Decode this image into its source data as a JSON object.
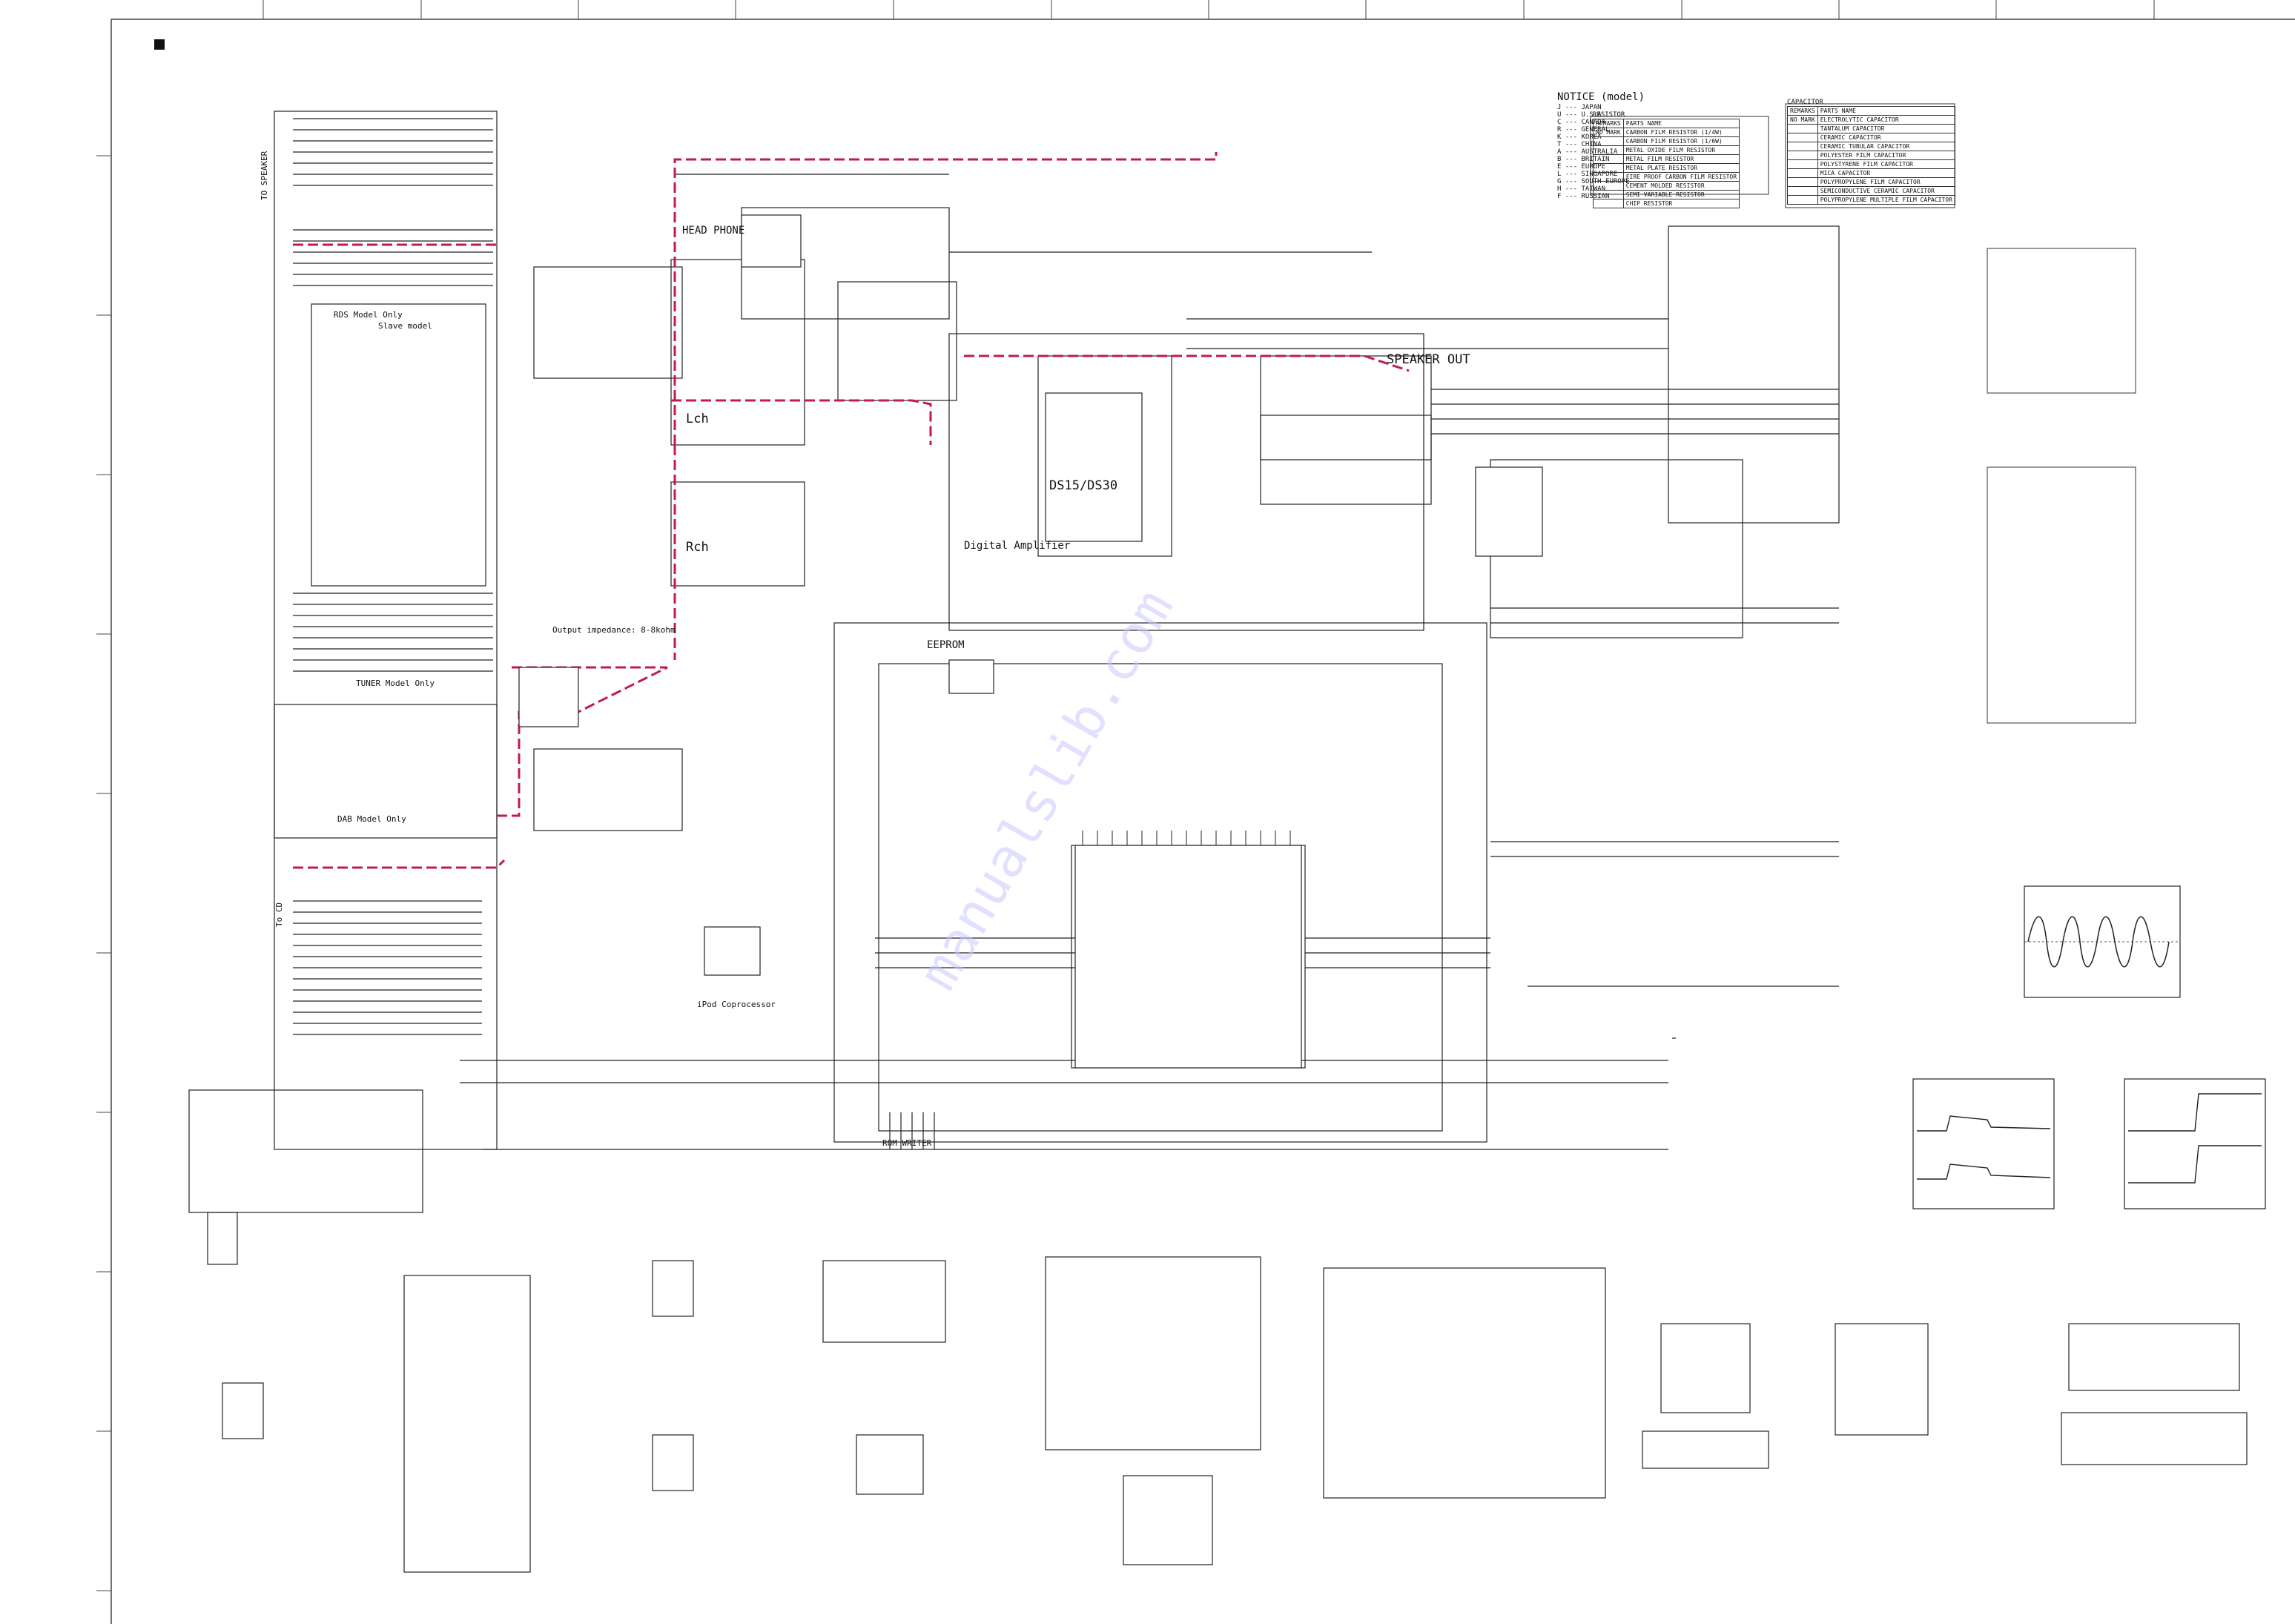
{
  "labels": {
    "head_phone": "HEAD PHONE",
    "speaker_out": "SPEAKER OUT",
    "lch": "Lch",
    "rch": "Rch",
    "eeprom": "EEPROM",
    "digital_amp": "Digital Amplifier",
    "ic_model": "DS15/DS30",
    "output_impedance": "Output impedance: 8-8kohm",
    "rds_model": "RDS Model Only",
    "slave_model": "Slave model",
    "tuner_model": "TUNER Model Only",
    "dab_model": "DAB Model Only",
    "ipod_coprocessor": "iPod Coprocessor",
    "rom_writer": "ROM WRITER",
    "to_speaker": "TO SPEAKER",
    "to_cd": "To CD",
    "notice_title": "NOTICE (model)"
  },
  "notice": {
    "models": [
      "J --- JAPAN",
      "U --- U.S.A",
      "C --- CANADA",
      "R --- GENERAL",
      "K --- KOREA",
      "T --- CHINA",
      "A --- AUSTRALIA",
      "B --- BRITAIN",
      "E --- EUROPE",
      "L --- SINGAPORE",
      "G --- SOUTH EUROPE",
      "H --- TAIWAN",
      "F --- RUSSIAN"
    ],
    "resistor_title": "RESISTOR",
    "resistor_header": [
      "REMARKS",
      "PARTS NAME"
    ],
    "resistors": [
      [
        "NO MARK",
        "CARBON FILM RESISTOR (1/4W)"
      ],
      [
        "",
        "CARBON FILM RESISTOR (1/6W)"
      ],
      [
        "",
        "METAL OXIDE FILM RESISTOR"
      ],
      [
        "",
        "METAL FILM RESISTOR"
      ],
      [
        "",
        "METAL PLATE RESISTOR"
      ],
      [
        "",
        "FIRE PROOF CARBON FILM RESISTOR"
      ],
      [
        "",
        "CEMENT MOLDED RESISTOR"
      ],
      [
        "",
        "SEMI VARIABLE RESISTOR"
      ],
      [
        "",
        "CHIP RESISTOR"
      ]
    ],
    "capacitor_title": "CAPACITOR",
    "capacitor_header": [
      "REMARKS",
      "PARTS NAME"
    ],
    "capacitors": [
      [
        "NO MARK",
        "ELECTROLYTIC CAPACITOR"
      ],
      [
        "",
        "TANTALUM CAPACITOR"
      ],
      [
        "",
        "CERAMIC CAPACITOR"
      ],
      [
        "",
        "CERAMIC TUBULAR CAPACITOR"
      ],
      [
        "",
        "POLYESTER FILM CAPACITOR"
      ],
      [
        "",
        "POLYSTYRENE FILM CAPACITOR"
      ],
      [
        "",
        "MICA CAPACITOR"
      ],
      [
        "",
        "POLYPROPYLENE FILM CAPACITOR"
      ],
      [
        "",
        "SEMICONDUCTIVE CERAMIC CAPACITOR"
      ],
      [
        "",
        "POLYPROPYLENE MULTIPLE FILM CAPACITOR"
      ]
    ]
  }
}
